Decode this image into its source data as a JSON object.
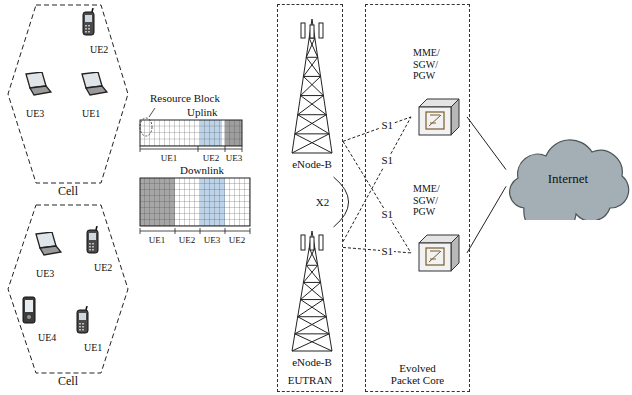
{
  "diagram": {
    "nodes": [
      {
        "text": [
          "Cell"
        ]
      },
      {
        "text": [
          "UE2"
        ],
        "in": 0
      },
      {
        "text": [
          "UE3"
        ],
        "in": 0
      },
      {
        "text": [
          "UE1"
        ],
        "in": 0
      },
      {
        "text": [
          "Cell"
        ]
      },
      {
        "text": [
          "UE3"
        ],
        "in": 4
      },
      {
        "text": [
          "UE2"
        ],
        "in": 4
      },
      {
        "text": [
          "UE4"
        ],
        "in": 4
      },
      {
        "text": [
          "UE1"
        ],
        "in": 4
      },
      {
        "text": [
          "EUTRAN"
        ]
      },
      {
        "text": [
          "eNode-B"
        ],
        "in": 9
      },
      {
        "text": [
          "eNode-B"
        ],
        "in": 9
      },
      {
        "text": [
          "Evolved Packet Core"
        ]
      },
      {
        "text": [
          "MME/ SGW/ PGW"
        ],
        "in": 12
      },
      {
        "text": [
          "MME/ SGW/ PGW"
        ],
        "in": 12
      },
      {
        "text": [
          "Internet"
        ]
      }
    ],
    "edges": [
      {
        "from": 10,
        "to": 11,
        "label": "X2",
        "arrow": "none"
      },
      {
        "from": 10,
        "to": 13,
        "label": "S1",
        "arrow": "none"
      },
      {
        "from": 10,
        "to": 14,
        "label": "S1",
        "arrow": "none"
      },
      {
        "from": 11,
        "to": 13,
        "label": "S1",
        "arrow": "none"
      },
      {
        "from": 11,
        "to": 14,
        "label": "S1",
        "arrow": "none"
      },
      {
        "from": 13,
        "to": 15,
        "arrow": "none"
      },
      {
        "from": 14,
        "to": 15,
        "arrow": "none"
      }
    ],
    "labels": [
      "Resource Block",
      "Uplink",
      "UE1",
      "UE2",
      "UE3",
      "Downlink",
      "UE1",
      "UE2",
      "UE3",
      "UE2"
    ]
  }
}
